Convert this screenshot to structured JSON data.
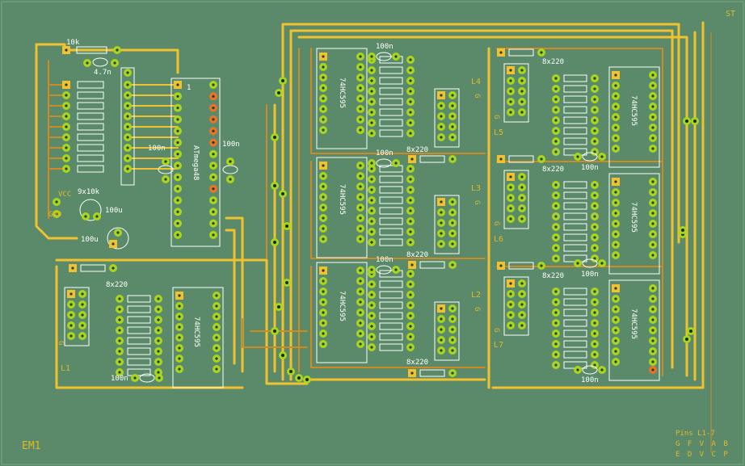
{
  "board": {
    "name": "EM1",
    "corner_mark": "ST",
    "pins_title": "Pins L1-7",
    "pins_row1": "G F V A B",
    "pins_row2": "E D V C P",
    "colors": {
      "background": "#5a8a6a",
      "trace_yellow": "#f2c12e",
      "trace_orange": "#d08a22",
      "pad_green": "#a8d61e",
      "pad_orange": "#e8742a",
      "silkscreen": "#ffffff",
      "label": "#e0b92a"
    }
  },
  "labels": {
    "r10k": "10k",
    "c47n": "4.7n",
    "rn9x10k": "9x10k",
    "vcc": "VCC",
    "gnd": "GND",
    "c100u_a": "100u",
    "c100u_b": "100u",
    "c100n_mcu_left": "100n",
    "c100n_mcu_right": "100n",
    "mcu": "ATmega48",
    "pin1": "1"
  },
  "modules": [
    {
      "id": "L1",
      "chip": "74HC595",
      "rn": "8x220",
      "cap": "100n",
      "g": "G"
    },
    {
      "id": "L2",
      "chip": "74HC595",
      "rn": "8x220",
      "cap": "100n",
      "g": "G"
    },
    {
      "id": "L3",
      "chip": "74HC595",
      "rn": "8x220",
      "cap": "100n",
      "g": "G"
    },
    {
      "id": "L4",
      "chip": "74HC595",
      "rn": "8x220",
      "cap": "100n",
      "g": "G"
    },
    {
      "id": "L5",
      "chip": "74HC595",
      "rn": "8x220",
      "cap": "100n",
      "g": "G"
    },
    {
      "id": "L6",
      "chip": "74HC595",
      "rn": "8x220",
      "cap": "100n",
      "g": "G"
    },
    {
      "id": "L7",
      "chip": "74HC595",
      "rn": "8x220",
      "cap": "100n",
      "g": "G"
    }
  ]
}
